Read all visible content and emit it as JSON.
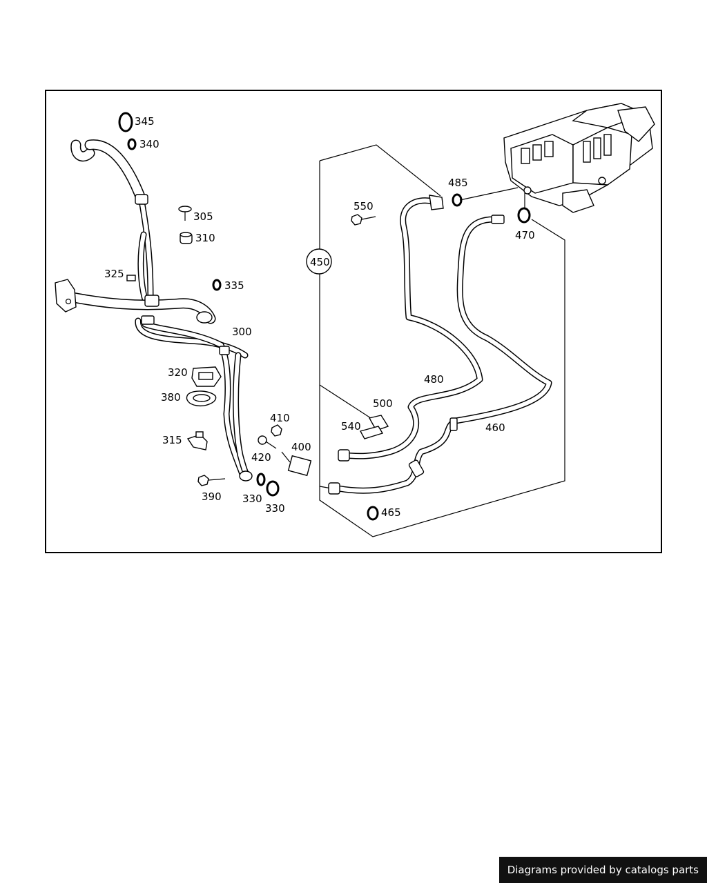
{
  "diagram": {
    "labels": {
      "p300": "300",
      "p305": "305",
      "p310": "310",
      "p315": "315",
      "p320": "320",
      "p325": "325",
      "p330a": "330",
      "p330b": "330",
      "p335": "335",
      "p340": "340",
      "p345": "345",
      "p380": "380",
      "p390": "390",
      "p400": "400",
      "p410": "410",
      "p420": "420",
      "p450": "450",
      "p460": "460",
      "p465": "465",
      "p470": "470",
      "p480": "480",
      "p485": "485",
      "p500": "500",
      "p540": "540",
      "p550": "550"
    }
  },
  "footer": {
    "credit": "Diagrams provided by catalogs parts"
  }
}
